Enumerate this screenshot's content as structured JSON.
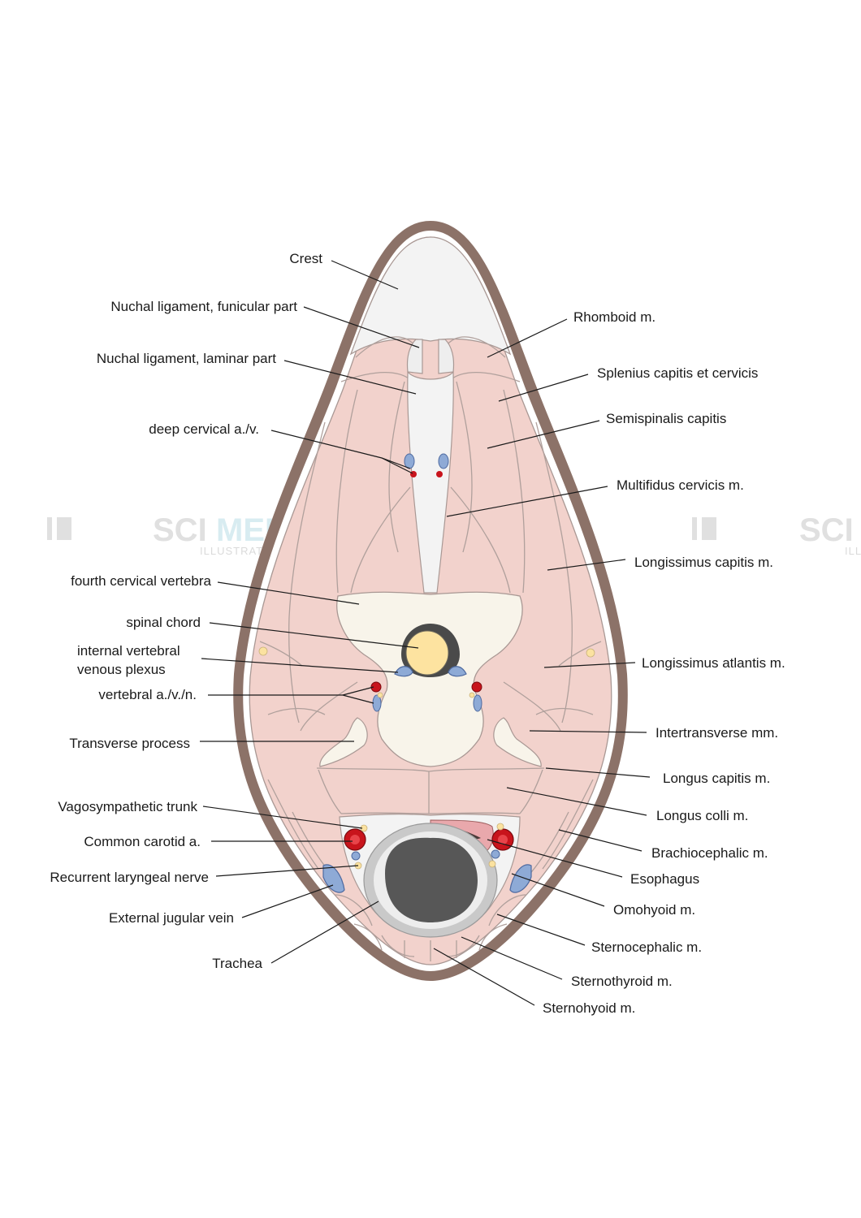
{
  "watermark": {
    "brand_a": "SCI",
    "brand_b": "MED",
    "sub": "ILLUSTRATION"
  },
  "colors": {
    "skin": "#8c7268",
    "muscle": "#f2d2cc",
    "bone": "#f8f4ea",
    "crest": "#f3f3f3",
    "artery": "#c8141c",
    "vein": "#8eaad6",
    "nerve": "#fbe2a0",
    "cord": "#fde3a0",
    "trachea_lumen": "#575757",
    "esophagus": "#e9a8ac"
  },
  "labels": {
    "crest": "Crest",
    "nuchal_funicular": "Nuchal ligament, funicular part",
    "nuchal_laminar": "Nuchal ligament, laminar part",
    "deep_cervical": "deep cervical a./v.",
    "fourth_vertebra": "fourth cervical vertebra",
    "spinal_chord": "spinal chord",
    "venous_plexus_1": "internal vertebral",
    "venous_plexus_2": "venous plexus",
    "vertebral": "vertebral a./v./n.",
    "transverse_process": "Transverse process",
    "vagosympathetic": "Vagosympathetic trunk",
    "common_carotid": "Common carotid a.",
    "recurrent_laryngeal": "Recurrent laryngeal nerve",
    "external_jugular": "External jugular vein",
    "trachea": "Trachea",
    "rhomboid": "Rhomboid m.",
    "splenius": "Splenius capitis et cervicis",
    "semispinalis": "Semispinalis capitis",
    "multifidus": "Multifidus cervicis m.",
    "longissimus_capitis": "Longissimus capitis m.",
    "longissimus_atlantis": "Longissimus atlantis m.",
    "intertransverse": "Intertransverse mm.",
    "longus_capitis": "Longus capitis m.",
    "longus_colli": "Longus colli m.",
    "brachiocephalic": "Brachiocephalic m.",
    "esophagus": "Esophagus",
    "omohyoid": "Omohyoid m.",
    "sternocephalic": "Sternocephalic m.",
    "sternothyroid": "Sternothyroid m.",
    "sternohyoid": "Sternohyoid m."
  }
}
